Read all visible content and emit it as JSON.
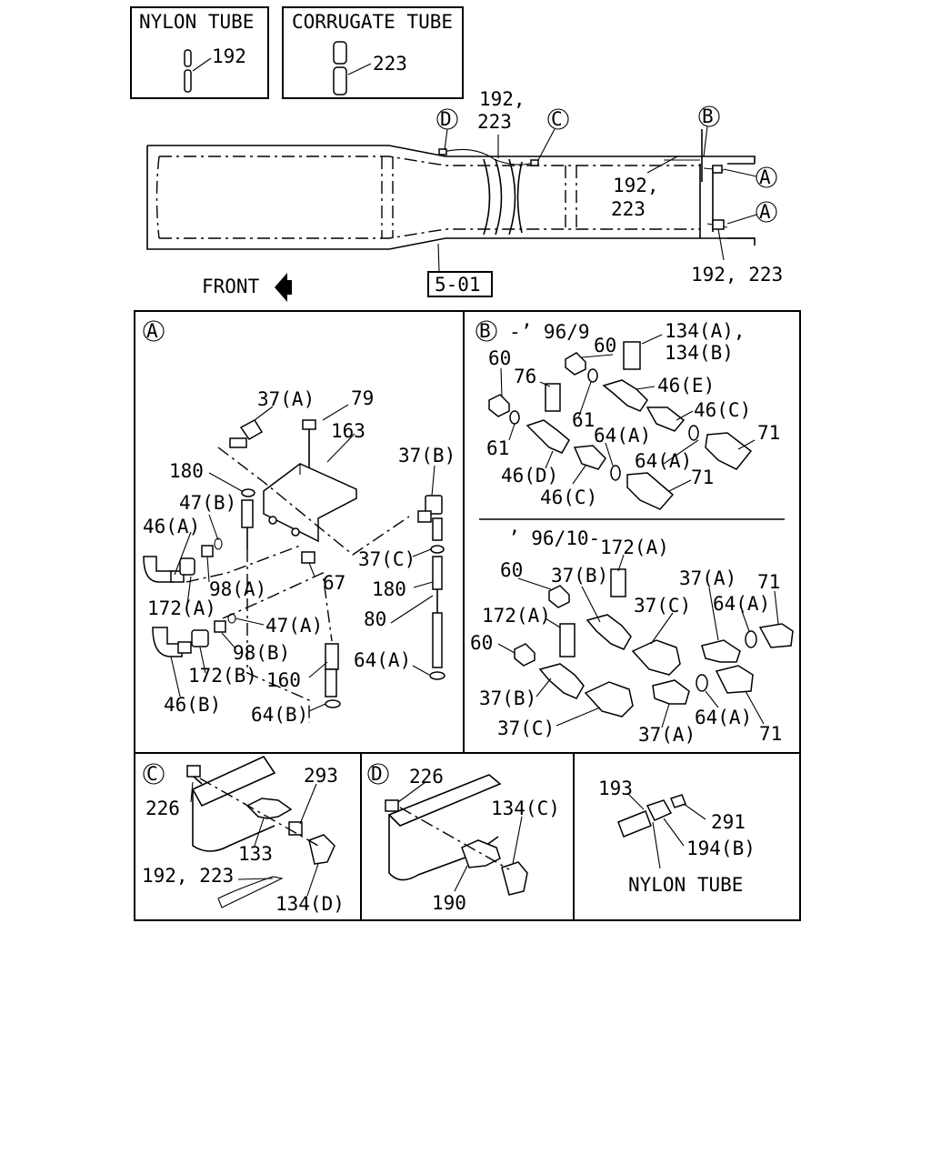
{
  "legend": {
    "nylon_title": "NYLON TUBE",
    "nylon_code": "192",
    "corrugate_title": "CORRUGATE TUBE",
    "corrugate_code": "223"
  },
  "overview": {
    "front_label": "FRONT",
    "ref_box": "5-01",
    "callouts": {
      "a1": "A",
      "a2": "A",
      "b": "B",
      "c": "C",
      "d": "D"
    },
    "labels": {
      "top_192": "192,",
      "top_223": "223",
      "mid_192": "192,",
      "mid_223": "223",
      "bottom": "192, 223"
    }
  },
  "panel_a": {
    "callout": "A",
    "labels": {
      "l37a": "37(A)",
      "l79": "79",
      "l163": "163",
      "l37b": "37(B)",
      "l180a": "180",
      "l47b": "47(B)",
      "l46a": "46(A)",
      "l98a": "98(A)",
      "l67": "67",
      "l37c": "37(C)",
      "l180b": "180",
      "l172a": "172(A)",
      "l47a": "47(A)",
      "l80": "80",
      "l98b": "98(B)",
      "l172b": "172(B)",
      "l160": "160",
      "l64a": "64(A)",
      "l46b": "46(B)",
      "l64b": "64(B)"
    }
  },
  "panel_b": {
    "callout": "B",
    "upper_period": "-’ 96/9",
    "lower_period": "’ 96/10-",
    "upper": {
      "l134a": "134(A),",
      "l134b": "134(B)",
      "l60a": "60",
      "l60b": "60",
      "l76": "76",
      "l46e": "46(E)",
      "l46c": "46(C)",
      "l61a": "61",
      "l61b": "61",
      "l64a1": "64(A)",
      "l71a": "71",
      "l64a2": "64(A)",
      "l46d": "46(D)",
      "l71b": "71",
      "l46c2": "46(C)"
    },
    "lower": {
      "l172a": "172(A)",
      "l60a": "60",
      "l37b": "37(B)",
      "l37a": "37(A)",
      "l71a": "71",
      "l37c": "37(C)",
      "l64a": "64(A)",
      "l172a2": "172(A)",
      "l60b": "60",
      "l37b2": "37(B)",
      "l37c2": "37(C)",
      "l37a2": "37(A)",
      "l64a2": "64(A)",
      "l71b": "71"
    }
  },
  "panel_c": {
    "callout": "C",
    "labels": {
      "l293": "293",
      "l226": "226",
      "l133": "133",
      "l192": "192, 223",
      "l134d": "134(D)"
    }
  },
  "panel_d": {
    "callout": "D",
    "labels": {
      "l226": "226",
      "l134c": "134(C)",
      "l190": "190"
    }
  },
  "panel_e": {
    "labels": {
      "l193": "193",
      "l291": "291",
      "l194b": "194(B)",
      "nylon": "NYLON TUBE"
    }
  }
}
